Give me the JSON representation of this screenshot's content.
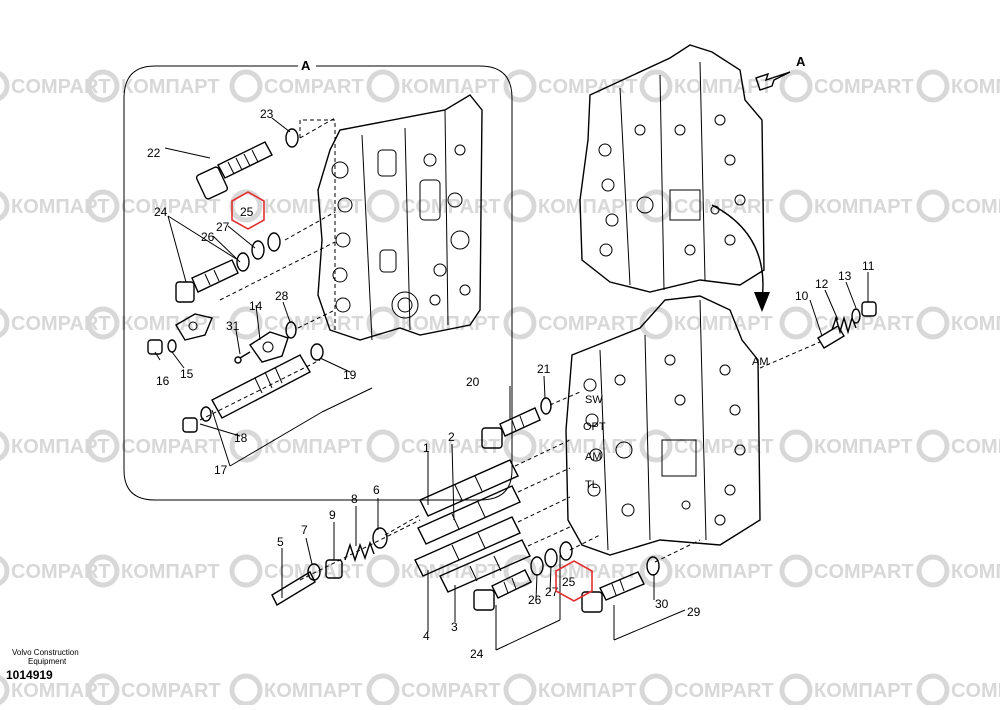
{
  "watermark": {
    "brand_latin": "COMPART",
    "brand_cyrillic": "КОМПАРТ",
    "color": "#d8d8d8"
  },
  "detail_view": {
    "label": "A"
  },
  "view_arrow": {
    "label": "A"
  },
  "callouts": {
    "c1": "1",
    "c2": "2",
    "c3": "3",
    "c4": "4",
    "c5": "5",
    "c6": "6",
    "c7": "7",
    "c8": "8",
    "c9": "9",
    "c10": "10",
    "c11": "11",
    "c12": "12",
    "c13": "13",
    "c14": "14",
    "c15": "15",
    "c16": "16",
    "c17": "17",
    "c18": "18",
    "c19": "19",
    "c20": "20",
    "c21": "21",
    "c22": "22",
    "c23": "23",
    "c24": "24",
    "c24b": "24",
    "c25": "25",
    "c25b": "25",
    "c26": "26",
    "c26b": "26",
    "c27": "27",
    "c27b": "27",
    "c28": "28",
    "c29": "29",
    "c30": "30",
    "c31": "31"
  },
  "ports": {
    "sw": "SW",
    "opt": "OPT",
    "am": "AM",
    "tl": "TL",
    "am_line": "AM"
  },
  "highlight_color": "#e23030",
  "footer": {
    "maker_line1": "Volvo Construction",
    "maker_line2": "Equipment",
    "part_number": "1014919"
  }
}
